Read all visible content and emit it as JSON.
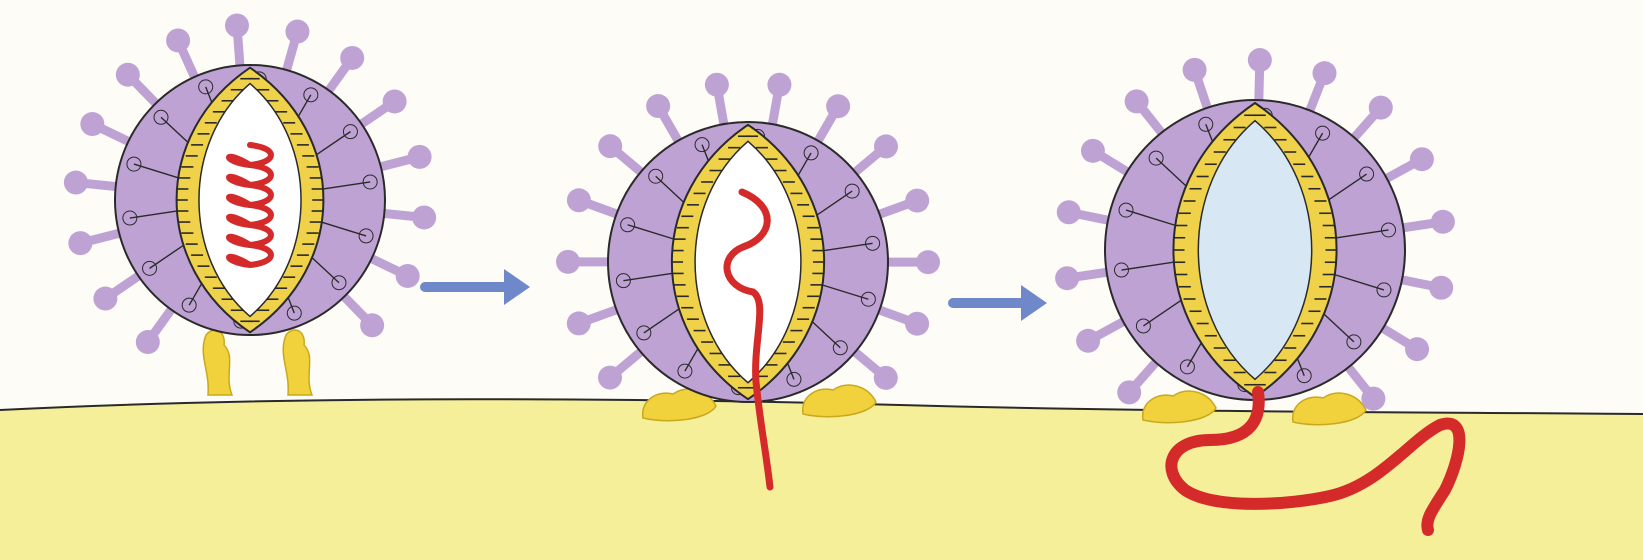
{
  "diagram": {
    "stages": [
      {
        "id": "attachment"
      },
      {
        "id": "rna-injection"
      },
      {
        "id": "rna-released"
      }
    ],
    "arrows": 2
  },
  "colors": {
    "paper": "#fdfcf7",
    "membrane": "#f6ef9a",
    "envelope": "#bfa2d4",
    "lipid": "#f0d24a",
    "rna": "#d42a2a",
    "receptor": "#f2d23c",
    "arrow": "#6f88c9",
    "empty_core": "#d7e8f4",
    "ink": "#2a2a2a"
  }
}
